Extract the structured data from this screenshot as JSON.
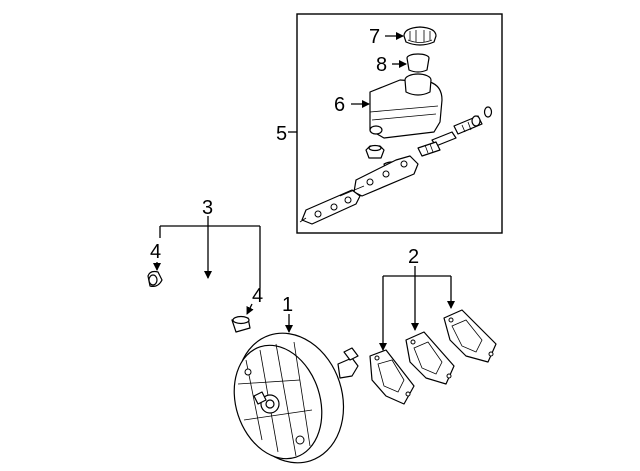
{
  "diagram": {
    "callouts": {
      "booster": "1",
      "gaskets": "2",
      "hose": "3",
      "clamp_left": "4",
      "clamp_right": "4",
      "master_cylinder": "5",
      "reservoir": "6",
      "cap": "7",
      "strainer": "8"
    }
  }
}
